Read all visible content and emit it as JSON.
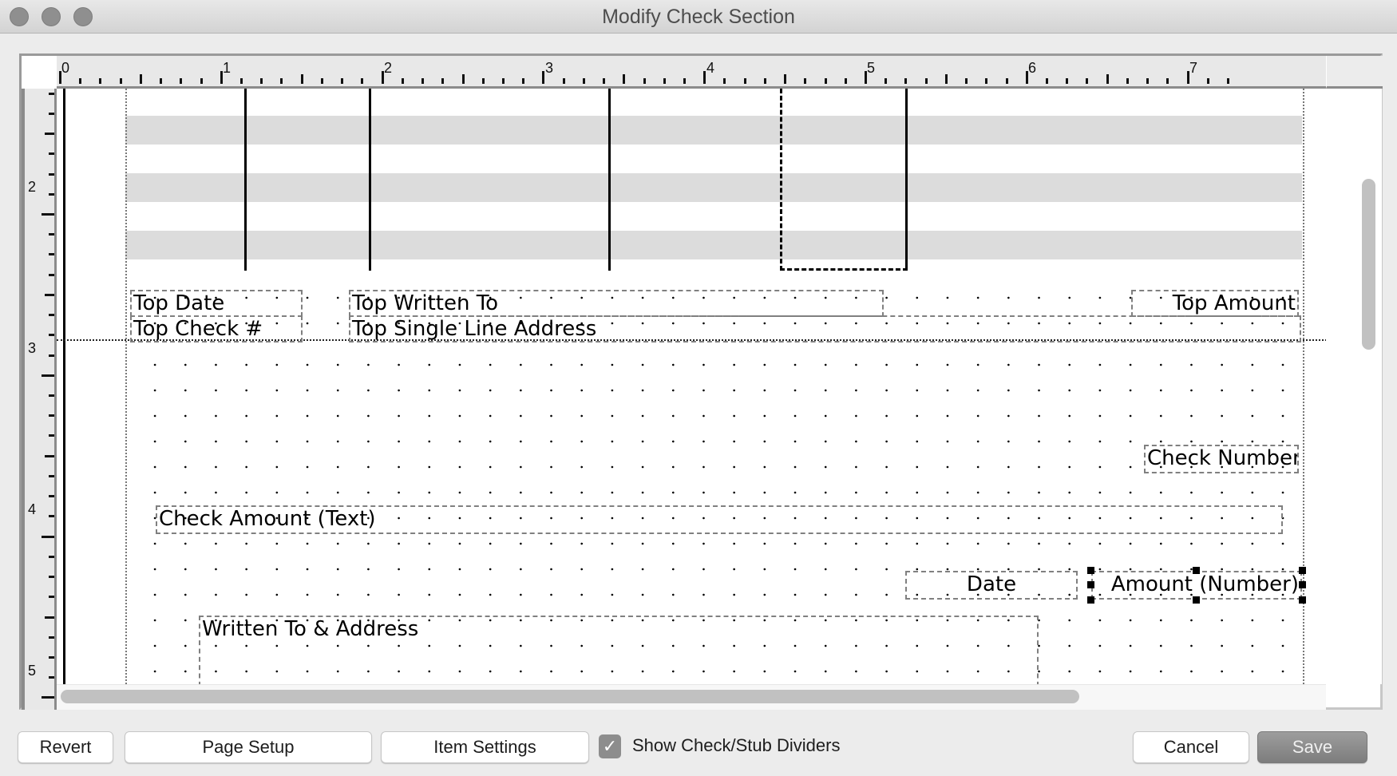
{
  "window": {
    "title": "Modify Check Section",
    "traffic_lights": [
      "close",
      "minimize",
      "zoom"
    ]
  },
  "rulers": {
    "horizontal_labels": [
      "0",
      "1",
      "2",
      "3",
      "4",
      "5",
      "6",
      "7"
    ],
    "vertical_labels": [
      "2",
      "3",
      "4",
      "5"
    ],
    "units": "inches"
  },
  "canvas": {
    "stub_area": {
      "stripes": 3,
      "column_dividers": 4,
      "selected_column": "4.05-4.8 in"
    },
    "fields": [
      {
        "id": "top-date",
        "label": "Top Date"
      },
      {
        "id": "top-check-number",
        "label": "Top Check #"
      },
      {
        "id": "top-written-to",
        "label": "Top Written To"
      },
      {
        "id": "top-single-line-address",
        "label": "Top Single Line Address"
      },
      {
        "id": "top-amount",
        "label": "Top Amount"
      },
      {
        "id": "check-number",
        "label": "Check Number"
      },
      {
        "id": "check-amount-text",
        "label": "Check Amount (Text)"
      },
      {
        "id": "date",
        "label": "Date"
      },
      {
        "id": "amount-number",
        "label": "Amount (Number)",
        "selected": true
      },
      {
        "id": "written-to-address",
        "label": "Written To & Address"
      }
    ]
  },
  "footer": {
    "revert": "Revert",
    "page_setup": "Page Setup",
    "item_settings": "Item Settings",
    "show_dividers": {
      "label": "Show Check/Stub Dividers",
      "checked": true,
      "glyph": "✓"
    },
    "cancel": "Cancel",
    "save": "Save"
  },
  "colors": {
    "stripe": "#dcdcdc",
    "ruler_bg": "#e8e8e8",
    "save_button": "#8a8a8a"
  }
}
